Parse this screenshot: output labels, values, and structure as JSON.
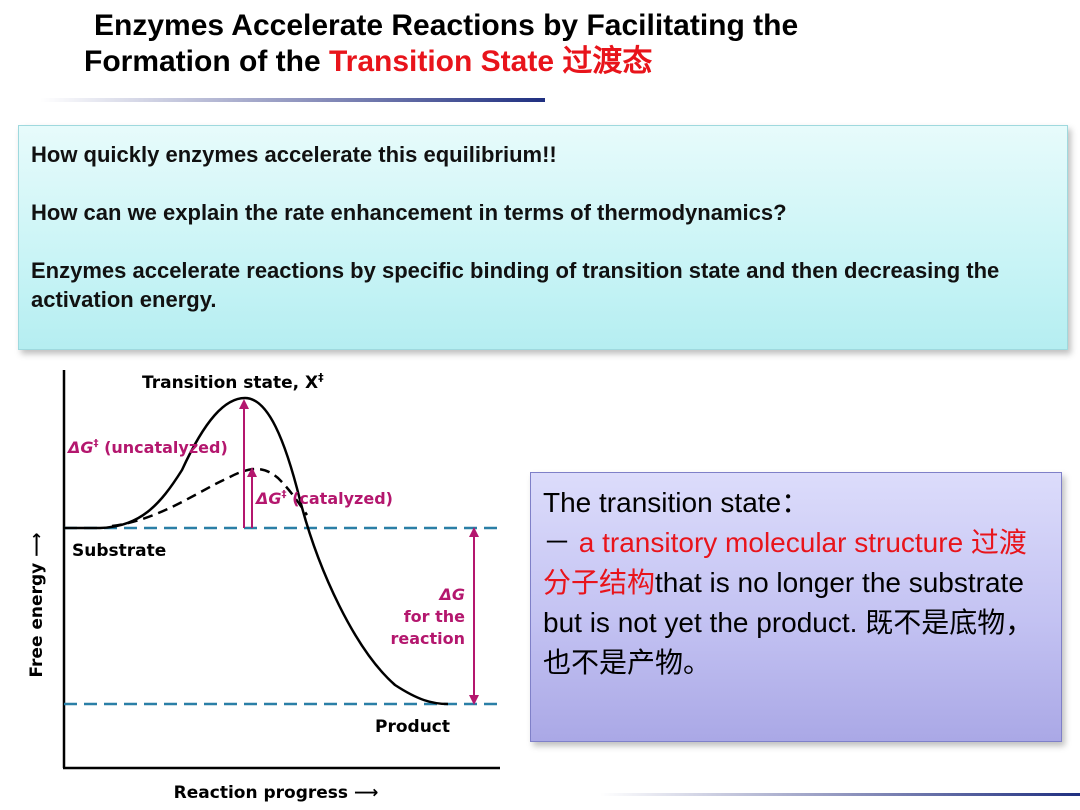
{
  "title": {
    "line1": "Enzymes Accelerate Reactions by Facilitating the",
    "line2_prefix": "Formation of the ",
    "line2_highlight": "Transition State 过渡态"
  },
  "questions": [
    "How quickly enzymes accelerate this equilibrium!!",
    "How can we explain the rate enhancement in terms of thermodynamics?",
    "Enzymes accelerate reactions by specific binding of transition state and then decreasing the activation energy."
  ],
  "diagram": {
    "top_label": "Transition state, X",
    "top_label_sup": "‡",
    "uncat_delta": "ΔG",
    "uncat_sup": "‡",
    "uncat_text": " (uncatalyzed)",
    "cat_delta": "ΔG",
    "cat_sup": "‡",
    "cat_text": " (catalyzed)",
    "substrate": "Substrate",
    "product": "Product",
    "dg_line1": "ΔG",
    "dg_line2": "for the",
    "dg_line3": "reaction",
    "y_axis": "Free energy ⟶",
    "x_axis": "Reaction progress ⟶",
    "colors": {
      "magenta": "#b4176e",
      "dashed": "#2a7fa6",
      "curve": "#000000"
    }
  },
  "definition": {
    "line1": "The transition state：",
    "dash": "－ ",
    "red_part": "a transitory molecular structure 过渡分子结构",
    "rest": "that is no longer the substrate but is not yet the product. 既不是底物，也不是产物。"
  }
}
